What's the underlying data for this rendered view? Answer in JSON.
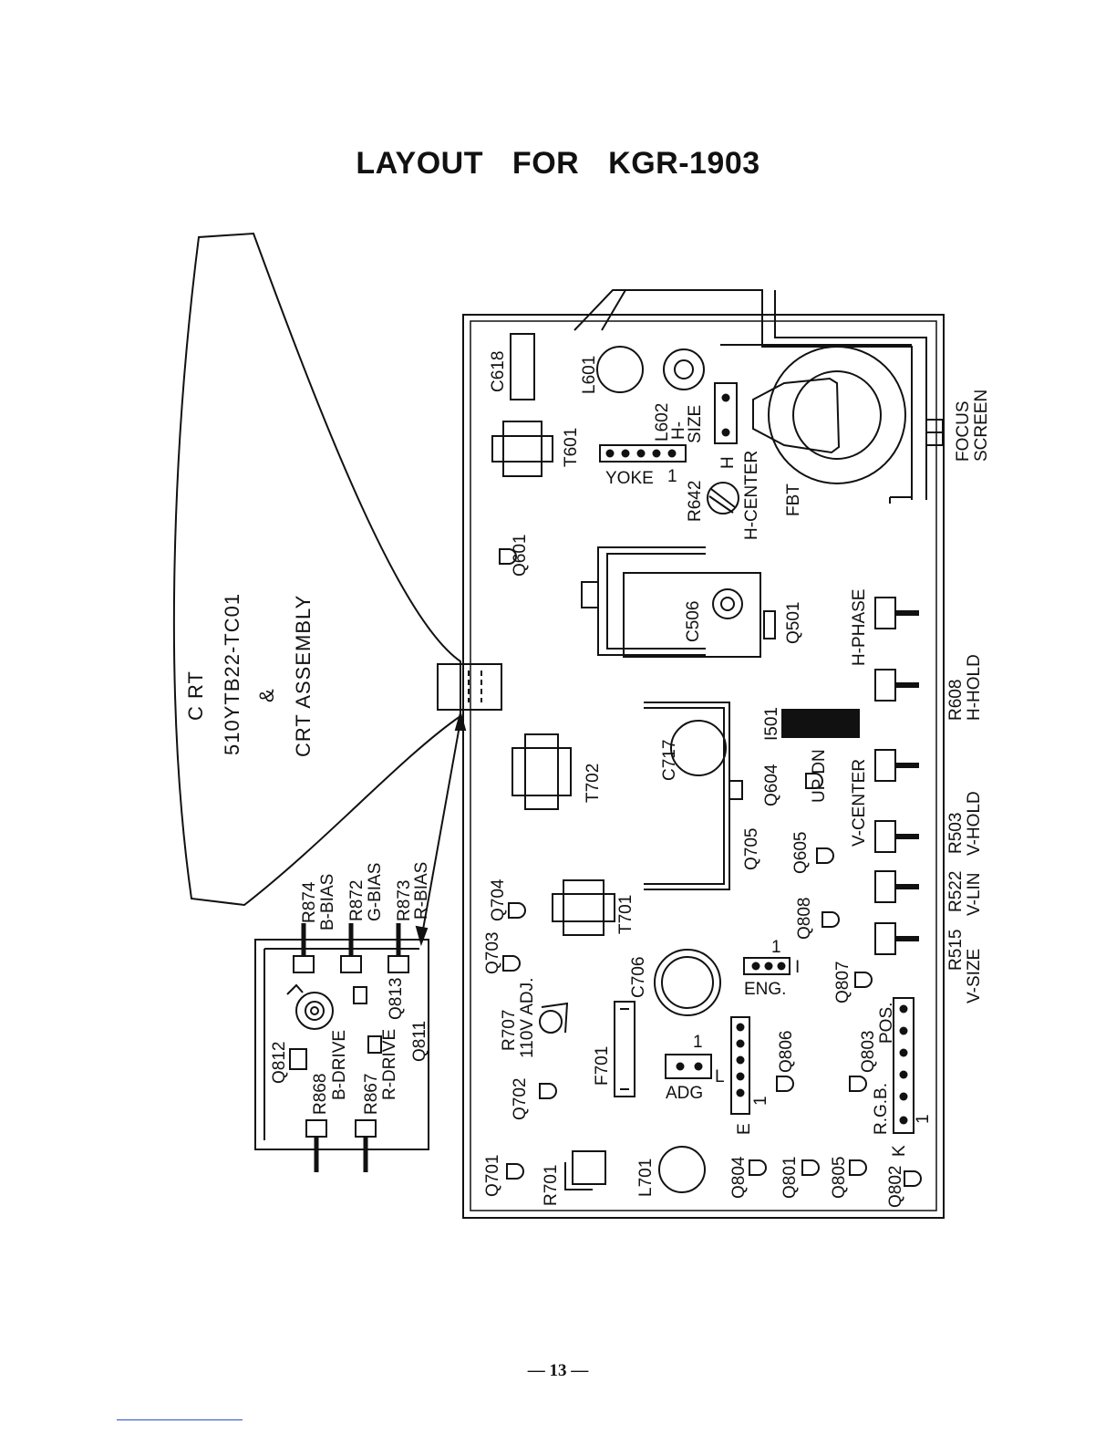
{
  "title": "LAYOUT FOR KGR-1903",
  "page_number": "— 13 —",
  "crt": {
    "line1": "C RT",
    "line2": "510YTB22-TC01",
    "line3": "&",
    "line4": "CRT  ASSEMBLY"
  },
  "crt_board": {
    "r874": "R874",
    "b_bias": "B-BIAS",
    "r872": "R872",
    "g_bias": "G-BIAS",
    "r873": "R873",
    "r_bias": "R-BIAS",
    "q812": "Q812",
    "q813": "Q813",
    "q811": "Q811",
    "r868": "R868",
    "b_drive": "B-DRIVE",
    "r867": "R867",
    "r_drive": "R-DRIVE"
  },
  "main_board": {
    "c618": "C618",
    "l601": "L601",
    "t601": "T601",
    "l602": "L602",
    "h_size_1": "H-",
    "h_size_2": "SIZE",
    "yoke": "YOKE",
    "yoke_pin": "1",
    "r642": "R642",
    "h_label": "H",
    "h_center": "H-CENTER",
    "fbt": "FBT",
    "focus": "FOCUS",
    "screen": "SCREEN",
    "q601": "Q601",
    "c506": "C506",
    "q501": "Q501",
    "h_phase": "H-PHASE",
    "r608": "R608",
    "h_hold": "H-HOLD",
    "c717": "C717",
    "i501": "I501",
    "q604": "Q604",
    "up_dn": "UP DN",
    "v_center": "V-CENTER",
    "r503": "R503",
    "v_hold": "V-HOLD",
    "t702": "T702",
    "q705": "Q705",
    "q605": "Q605",
    "r522": "R522",
    "v_lin": "V-LIN",
    "r515": "R515",
    "v_size": "V-SIZE",
    "q704": "Q704",
    "t701": "T701",
    "q808": "Q808",
    "q703": "Q703",
    "c706": "C706",
    "eng_pin": "1",
    "eng_i": "I",
    "eng": "ENG.",
    "q807": "Q807",
    "r707": "R707",
    "v110_adj": "110V ADJ.",
    "f701": "F701",
    "adg_pin": "1",
    "adg_l": "L",
    "adg": "ADG",
    "q806": "Q806",
    "q803": "Q803",
    "pos": "POS.",
    "rgb": "R.G.B.",
    "q702": "Q702",
    "e": "E",
    "e_pin": "1",
    "k": "K",
    "k_pin": "1",
    "q701": "Q701",
    "r701": "R701",
    "l701": "L701",
    "q804": "Q804",
    "q801": "Q801",
    "q805": "Q805",
    "q802": "Q802"
  }
}
